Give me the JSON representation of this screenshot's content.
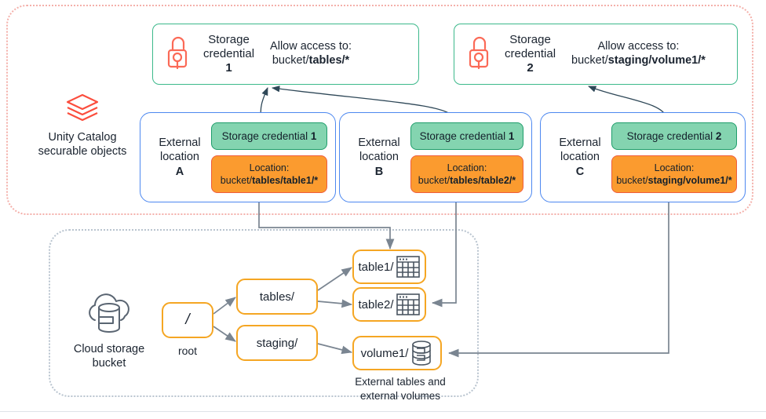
{
  "diagram": {
    "title": "Unity Catalog external locations and storage credentials",
    "colors": {
      "uc_group_border": "#f4b0aa",
      "cloud_group_border": "#b9c4cf",
      "credential_border": "#3cb98b",
      "external_location_border": "#4d88f0",
      "credential_chip_fill": "#84d4b0",
      "location_chip_fill": "#fb9b2f",
      "node_border": "#f5a623",
      "lock_icon": "#fb6a57",
      "logo": "#fb4d3d",
      "arrow": "#7a8591",
      "curve_arrow": "#2f4858"
    }
  },
  "unity_catalog": {
    "side_caption_line1": "Unity Catalog",
    "side_caption_line2": "securable objects",
    "logo_icon": "databricks-layers-icon",
    "credentials": [
      {
        "icon": "open-padlock-icon",
        "title_line1": "Storage",
        "title_line2": "credential",
        "number": "1",
        "allow_label": "Allow access to:",
        "allow_prefix": "bucket/",
        "allow_bold": "tables/*"
      },
      {
        "icon": "open-padlock-icon",
        "title_line1": "Storage",
        "title_line2": "credential",
        "number": "2",
        "allow_label": "Allow access to:",
        "allow_prefix": "bucket/",
        "allow_bold": "staging/volume1/*"
      }
    ],
    "external_locations": [
      {
        "label_line1": "External",
        "label_line2": "location",
        "letter": "A",
        "credential_prefix": "Storage credential ",
        "credential_number": "1",
        "location_label": "Location:",
        "location_prefix": "bucket/",
        "location_bold": "tables/table1/*"
      },
      {
        "label_line1": "External",
        "label_line2": "location",
        "letter": "B",
        "credential_prefix": "Storage credential ",
        "credential_number": "1",
        "location_label": "Location:",
        "location_prefix": "bucket/",
        "location_bold": "tables/table2/*"
      },
      {
        "label_line1": "External",
        "label_line2": "location",
        "letter": "C",
        "credential_prefix": "Storage credential ",
        "credential_number": "2",
        "location_label": "Location:",
        "location_prefix": "bucket/",
        "location_bold": "staging/volume1/*"
      }
    ]
  },
  "cloud_storage": {
    "side_caption_line1": "Cloud storage",
    "side_caption_line2": "bucket",
    "icon": "cloud-database-icon",
    "root": {
      "label": "/",
      "sub_label": "root"
    },
    "folders": [
      {
        "label": "tables/"
      },
      {
        "label": "staging/"
      }
    ],
    "leaves": [
      {
        "label": "table1/",
        "icon": "table-grid-icon"
      },
      {
        "label": "table2/",
        "icon": "table-grid-icon"
      },
      {
        "label": "volume1/",
        "icon": "volume-cylinder-icon"
      }
    ],
    "leaf_caption_line1": "External tables and",
    "leaf_caption_line2": "external volumes"
  }
}
